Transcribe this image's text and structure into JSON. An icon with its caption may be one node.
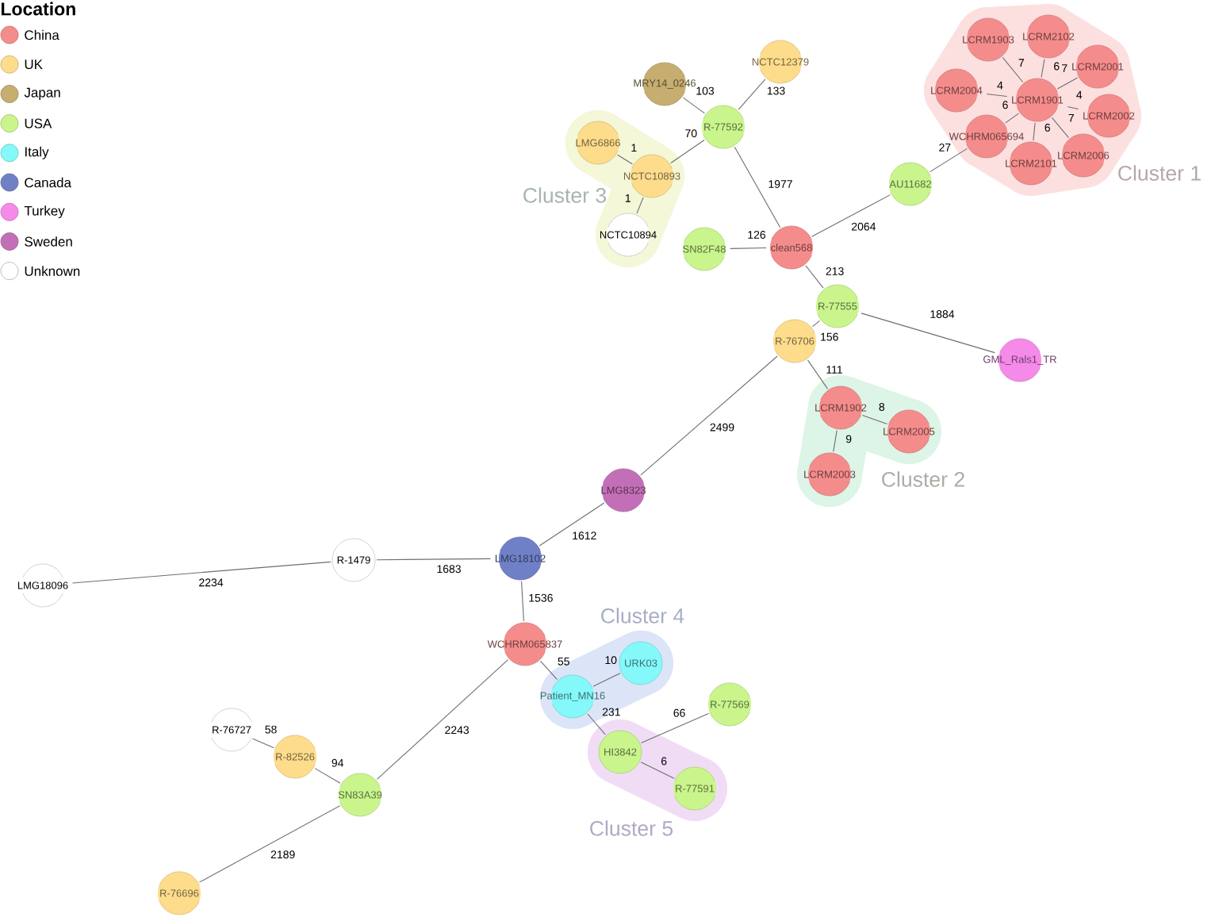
{
  "diagram": {
    "nodes": [
      {
        "text": [
          "NCTC12379"
        ]
      },
      {
        "text": [
          "MRY14_0246"
        ]
      },
      {
        "text": [
          "R-77592"
        ]
      },
      {
        "text": [
          "Cluster 3"
        ]
      },
      {
        "text": [
          "LMG6866"
        ],
        "in": 3
      },
      {
        "text": [
          "NCTC10893"
        ],
        "in": 3
      },
      {
        "text": [
          "NCTC10894"
        ],
        "in": 3
      },
      {
        "text": [
          "Cluster 1"
        ]
      },
      {
        "text": [
          "LCRM1903"
        ],
        "in": 7
      },
      {
        "text": [
          "LCRM2102"
        ],
        "in": 7
      },
      {
        "text": [
          "LCRM2001"
        ],
        "in": 7
      },
      {
        "text": [
          "LCRM2004"
        ],
        "in": 7
      },
      {
        "text": [
          "LCRM1901"
        ],
        "in": 7
      },
      {
        "text": [
          "LCRM2002"
        ],
        "in": 7
      },
      {
        "text": [
          "WCHRM065694"
        ],
        "in": 7
      },
      {
        "text": [
          "LCRM2006"
        ],
        "in": 7
      },
      {
        "text": [
          "LCRM2101"
        ],
        "in": 7
      },
      {
        "text": [
          "AU11682"
        ]
      },
      {
        "text": [
          "SN82F48"
        ]
      },
      {
        "text": [
          "clean568"
        ]
      },
      {
        "text": [
          "R-77555"
        ]
      },
      {
        "text": [
          "R-76706"
        ]
      },
      {
        "text": [
          "GML_Rals1_TR"
        ]
      },
      {
        "text": [
          "Cluster 2"
        ]
      },
      {
        "text": [
          "LCRM1902"
        ],
        "in": 23
      },
      {
        "text": [
          "LCRM2005"
        ],
        "in": 23
      },
      {
        "text": [
          "LCRM2003"
        ],
        "in": 23
      },
      {
        "text": [
          "LMG8323"
        ]
      },
      {
        "text": [
          "LMG18102"
        ]
      },
      {
        "text": [
          "R-1479"
        ]
      },
      {
        "text": [
          "LMG18096"
        ]
      },
      {
        "text": [
          "WCHRM065837"
        ]
      },
      {
        "text": [
          "Cluster 4"
        ]
      },
      {
        "text": [
          "URK03"
        ],
        "in": 32
      },
      {
        "text": [
          "Patient_MN16"
        ],
        "in": 32
      },
      {
        "text": [
          "R-77569"
        ]
      },
      {
        "text": [
          "R-76727"
        ]
      },
      {
        "text": [
          "Cluster 5"
        ]
      },
      {
        "text": [
          "HI3842"
        ],
        "in": 37
      },
      {
        "text": [
          "R-77591"
        ],
        "in": 37
      },
      {
        "text": [
          "R-82526"
        ]
      },
      {
        "text": [
          "SN83A39"
        ]
      },
      {
        "text": [
          "R-76696"
        ]
      }
    ],
    "edges": [
      {
        "from": 1,
        "to": 2,
        "arrow": "none",
        "label": "103"
      },
      {
        "from": 0,
        "to": 2,
        "arrow": "none",
        "label": "133"
      },
      {
        "from": 5,
        "to": 2,
        "arrow": "none",
        "label": "70"
      },
      {
        "from": 4,
        "to": 5,
        "arrow": "none",
        "label": "1"
      },
      {
        "from": 6,
        "to": 5,
        "arrow": "none",
        "label": "1"
      },
      {
        "from": 2,
        "to": 19,
        "arrow": "none",
        "label": "1977"
      },
      {
        "from": 8,
        "to": 12,
        "arrow": "none",
        "label": "7"
      },
      {
        "from": 9,
        "to": 12,
        "arrow": "none",
        "label": "6"
      },
      {
        "from": 10,
        "to": 12,
        "arrow": "none",
        "label": "7"
      },
      {
        "from": 11,
        "to": 12,
        "arrow": "none",
        "label": "4"
      },
      {
        "from": 13,
        "to": 12,
        "arrow": "none",
        "label": "4"
      },
      {
        "from": 14,
        "to": 12,
        "arrow": "none",
        "label": "6"
      },
      {
        "from": 16,
        "to": 12,
        "arrow": "none",
        "label": "6"
      },
      {
        "from": 15,
        "to": 12,
        "arrow": "none",
        "label": "7"
      },
      {
        "from": 17,
        "to": 14,
        "arrow": "none",
        "label": "27"
      },
      {
        "from": 19,
        "to": 17,
        "arrow": "none",
        "label": "2064"
      },
      {
        "from": 18,
        "to": 19,
        "arrow": "none",
        "label": "126"
      },
      {
        "from": 19,
        "to": 20,
        "arrow": "none",
        "label": "213"
      },
      {
        "from": 20,
        "to": 21,
        "arrow": "none",
        "label": "156"
      },
      {
        "from": 20,
        "to": 22,
        "arrow": "none",
        "label": "1884"
      },
      {
        "from": 21,
        "to": 24,
        "arrow": "none",
        "label": "111"
      },
      {
        "from": 24,
        "to": 25,
        "arrow": "none",
        "label": "8"
      },
      {
        "from": 24,
        "to": 26,
        "arrow": "none",
        "label": "9"
      },
      {
        "from": 21,
        "to": 27,
        "arrow": "none",
        "label": "2499"
      },
      {
        "from": 27,
        "to": 28,
        "arrow": "none",
        "label": "1612"
      },
      {
        "from": 29,
        "to": 28,
        "arrow": "none",
        "label": "1683"
      },
      {
        "from": 30,
        "to": 29,
        "arrow": "none",
        "label": "2234"
      },
      {
        "from": 28,
        "to": 31,
        "arrow": "none",
        "label": "1536"
      },
      {
        "from": 31,
        "to": 34,
        "arrow": "none",
        "label": "55"
      },
      {
        "from": 34,
        "to": 33,
        "arrow": "none",
        "label": "10"
      },
      {
        "from": 34,
        "to": 38,
        "arrow": "none",
        "label": "231"
      },
      {
        "from": 38,
        "to": 35,
        "arrow": "none",
        "label": "66"
      },
      {
        "from": 38,
        "to": 39,
        "arrow": "none",
        "label": "6"
      },
      {
        "from": 31,
        "to": 41,
        "arrow": "none",
        "label": "2243"
      },
      {
        "from": 36,
        "to": 40,
        "arrow": "none",
        "label": "58"
      },
      {
        "from": 40,
        "to": 41,
        "arrow": "none",
        "label": "94"
      },
      {
        "from": 41,
        "to": 42,
        "arrow": "none",
        "label": "2189"
      }
    ],
    "labels": [
      "Location"
    ],
    "legend": [
      {
        "text": "China",
        "color": "#f58c8c"
      },
      {
        "text": "UK",
        "color": "#fddc8c"
      },
      {
        "text": "Japan",
        "color": "#c6ad70"
      },
      {
        "text": "USA",
        "color": "#c9f58c"
      },
      {
        "text": "Italy",
        "color": "#85f9f9"
      },
      {
        "text": "Canada",
        "color": "#6f80c6"
      },
      {
        "text": "Turkey",
        "color": "#f58ae8"
      },
      {
        "text": "Sweden",
        "color": "#c36fb8"
      },
      {
        "text": "Unknown"
      }
    ]
  }
}
